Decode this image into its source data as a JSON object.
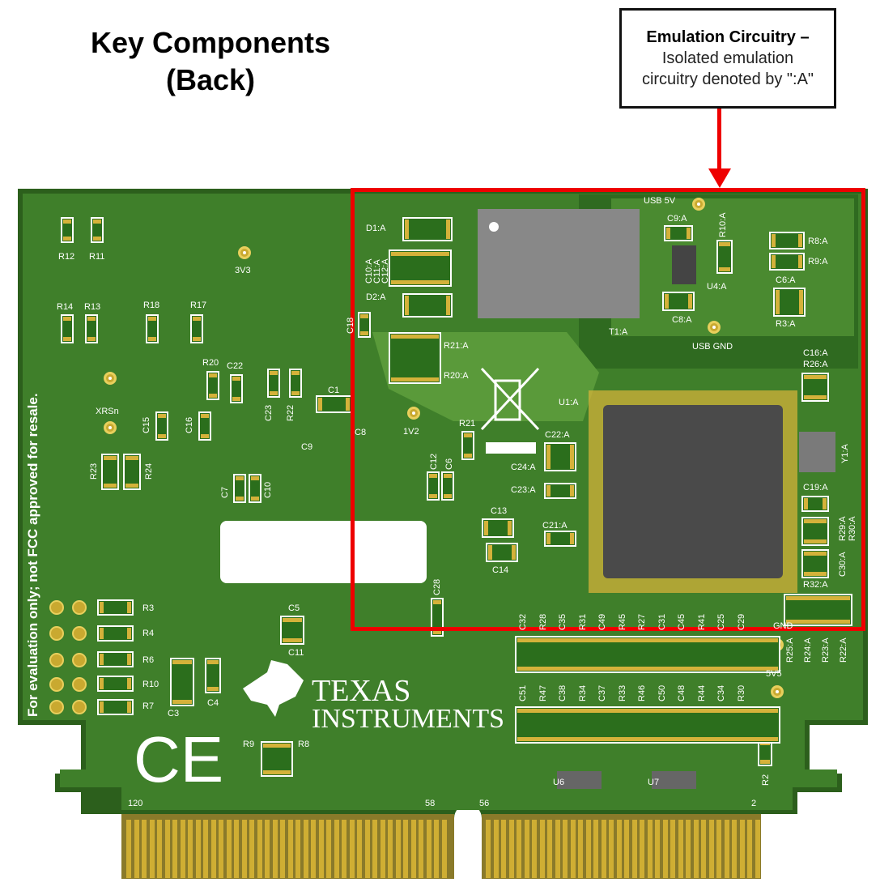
{
  "title": {
    "line1": "Key Components",
    "line2": "(Back)"
  },
  "callout": {
    "heading": "Emulation Circuitry –",
    "body1": "Isolated emulation",
    "body2": "circuitry denoted by \":A\""
  },
  "colors": {
    "board": "#3f7f2a",
    "board_dark": "#2c5f1c",
    "highlight": "#e00000",
    "pad": "#d4b23a",
    "chip": "#4a4a4a"
  },
  "board_text": {
    "disclaimer": "For evaluation only; not FCC approved for resale.",
    "logo_line1": "TEXAS",
    "logo_line2": "INSTRUMENTS",
    "ce_mark": "CE"
  },
  "labels": {
    "R12": "R12",
    "R11": "R11",
    "v3v3": "3V3",
    "R14": "R14",
    "R13": "R13",
    "R18": "R18",
    "R17": "R17",
    "R20": "R20",
    "C22": "C22",
    "C23": "C23",
    "R22": "R22",
    "C1": "C1",
    "XRSn": "XRSn",
    "C15": "C15",
    "C16": "C16",
    "C9": "C9",
    "C8": "C8",
    "R23": "R23",
    "R24": "R24",
    "C7": "C7",
    "C10": "C10",
    "C18": "C18",
    "v1v2": "1V2",
    "R21": "R21",
    "C12": "C12",
    "C6": "C6",
    "C13": "C13",
    "C14": "C14",
    "C28": "C28",
    "R3": "R3",
    "R4": "R4",
    "R6": "R6",
    "R10": "R10",
    "R7": "R7",
    "C3": "C3",
    "C4": "C4",
    "C5": "C5",
    "C11": "C11",
    "R9": "R9",
    "R8": "R8",
    "D1A": "D1:A",
    "C10A": "C10:A",
    "C11A": "C11:A",
    "C12A": "C12:A",
    "D2A": "D2:A",
    "R21A": "R21:A",
    "R20A": "R20:A",
    "T1A": "T1:A",
    "USB5V": "USB 5V",
    "C9A": "C9:A",
    "R10A": "R10:A",
    "U4A": "U4:A",
    "C8A": "C8:A",
    "R8A": "R8:A",
    "R9A": "R9:A",
    "C6A": "C6:A",
    "R3A": "R3:A",
    "USBGND": "USB GND",
    "C16A": "C16:A",
    "R26A": "R26:A",
    "U1A": "U1:A",
    "Y1A": "Y1:A",
    "C22A": "C22:A",
    "C24A": "C24:A",
    "C23A": "C23:A",
    "C21A": "C21:A",
    "C19A": "C19:A",
    "R29A": "R29:A",
    "R30A": "R30:A",
    "C30A": "C30:A",
    "R32A": "R32:A",
    "GND": "GND",
    "R25": "R25:A",
    "R24A": "R24:A",
    "R23A": "R23:A",
    "R22A": "R22:A",
    "v5v5": "5V5",
    "R2": "R2",
    "U6": "U6",
    "U7": "U7",
    "p120": "120",
    "p58": "58",
    "p56": "56",
    "p2": "2"
  },
  "top_row": [
    "C32",
    "R28",
    "C35",
    "R31",
    "C49",
    "R45",
    "R27",
    "C31",
    "C45",
    "R41",
    "C25",
    "C29"
  ],
  "bottom_row": [
    "C51",
    "R47",
    "C38",
    "R34",
    "C37",
    "R33",
    "R46",
    "C50",
    "C48",
    "R44",
    "C34",
    "R30"
  ]
}
